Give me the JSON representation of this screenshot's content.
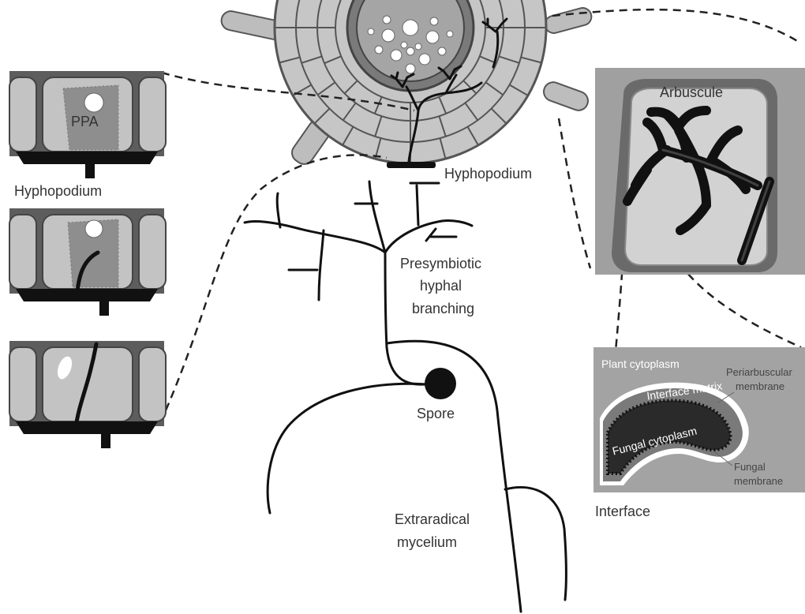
{
  "labels": {
    "ppa": "PPA",
    "hyphopodium_left": "Hyphopodium",
    "hyphopodium_center": "Hyphopodium",
    "presymbiotic_line1": "Presymbiotic",
    "presymbiotic_line2": "hyphal",
    "presymbiotic_line3": "branching",
    "spore": "Spore",
    "extraradical_line1": "Extraradical",
    "extraradical_line2": "mycelium",
    "arbuscule": "Arbuscule",
    "interface": "Interface",
    "plant_cytoplasm": "Plant cytoplasm",
    "interface_matrix": "Interface matrix",
    "fungal_cytoplasm": "Fungal cytoplasm",
    "periarbuscular_line1": "Periarbuscular",
    "periarbuscular_line2": "membrane",
    "fungal_membrane_line1": "Fungal",
    "fungal_membrane_line2": "membrane"
  },
  "colors": {
    "cell_light": "#c8c8c8",
    "cell_mid": "#a8a8a8",
    "cell_wall_dark": "#6e6e6e",
    "hypha": "#111111"
  }
}
